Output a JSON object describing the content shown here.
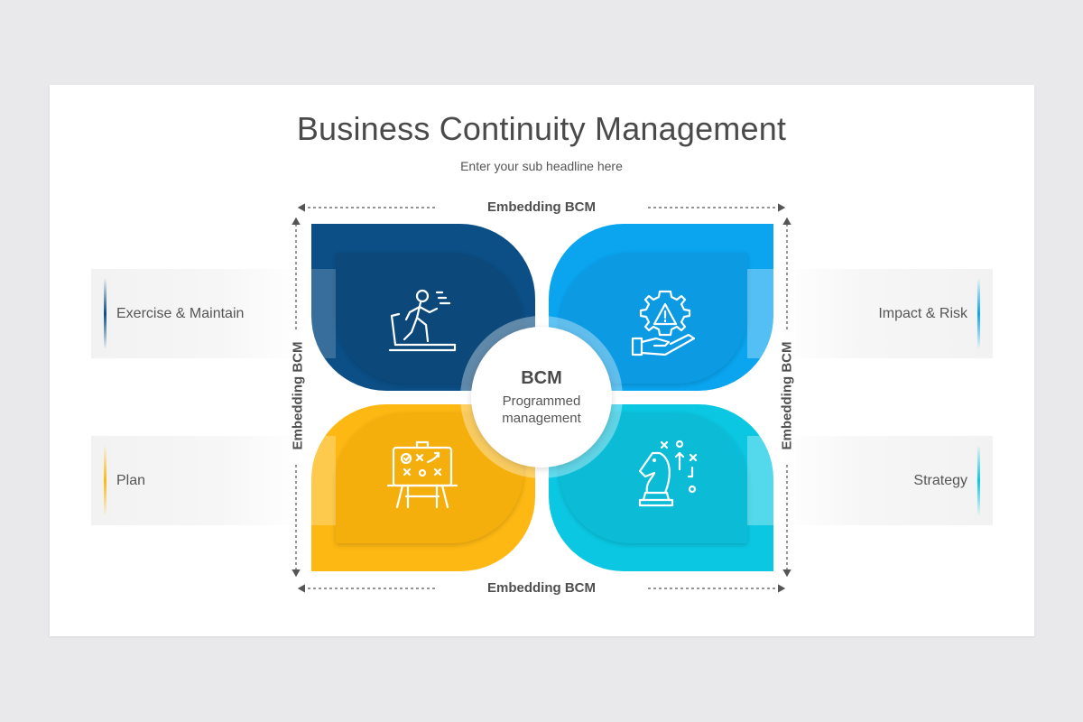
{
  "title": "Business Continuity Management",
  "subtitle": "Enter your sub headline here",
  "center": {
    "title": "BCM",
    "text_line1": "Programmed",
    "text_line2": "management"
  },
  "embedding": {
    "top": "Embedding BCM",
    "bottom": "Embedding BCM",
    "left": "Embedding BCM",
    "right": "Embedding BCM"
  },
  "sides": {
    "top_left": "Exercise & Maintain",
    "bottom_left": "Plan",
    "top_right": "Impact & Risk",
    "bottom_right": "Strategy"
  },
  "quadrants": [
    {
      "id": "top-left",
      "icon": "treadmill-runner-icon",
      "color": "#0b4f86"
    },
    {
      "id": "top-right",
      "icon": "gear-warning-hand-icon",
      "color": "#0aa4ef"
    },
    {
      "id": "bottom-left",
      "icon": "strategy-board-icon",
      "color": "#fdb813"
    },
    {
      "id": "bottom-right",
      "icon": "chess-knight-strategy-icon",
      "color": "#0bc7e2"
    }
  ]
}
